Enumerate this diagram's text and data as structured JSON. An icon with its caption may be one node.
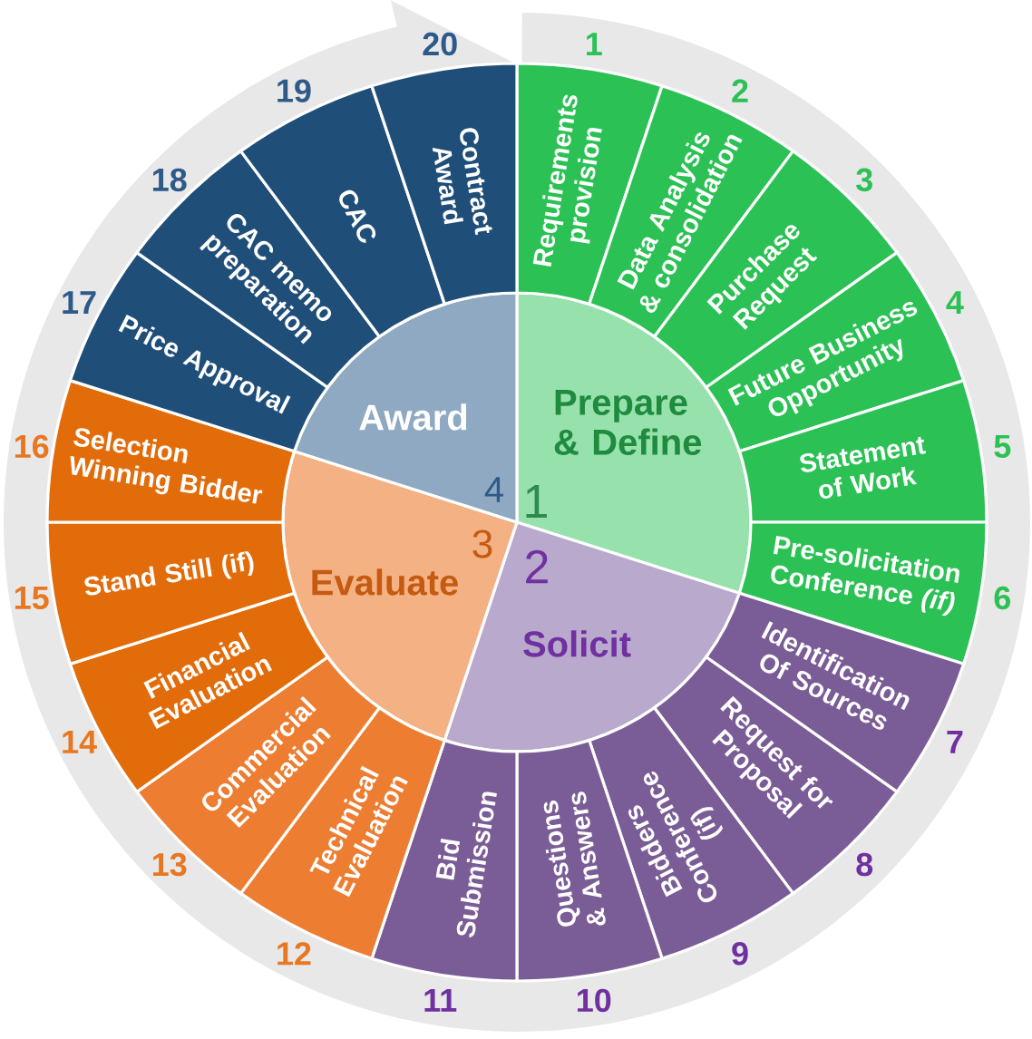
{
  "diagram": {
    "nodes": [
      {
        "text": [
          "Prepare & Define",
          "1"
        ]
      },
      {
        "text": [
          "2",
          "Solicit"
        ]
      },
      {
        "text": [
          "3",
          "Evaluate"
        ]
      },
      {
        "text": [
          "Award",
          "4"
        ]
      },
      {
        "text": [
          "Requirements provision"
        ],
        "beside": [
          "1"
        ]
      },
      {
        "text": [
          "Data Analysis & consolidation"
        ],
        "beside": [
          "2"
        ]
      },
      {
        "text": [
          "Purchase Request"
        ],
        "beside": [
          "3"
        ]
      },
      {
        "text": [
          "Future Business Opportunity"
        ],
        "beside": [
          "4"
        ]
      },
      {
        "text": [
          "Statement of Work"
        ],
        "beside": [
          "5"
        ]
      },
      {
        "text": [
          "Pre-solicitation Conference *(if)*"
        ],
        "beside": [
          "6"
        ]
      },
      {
        "text": [
          "Identification Of Sources"
        ],
        "beside": [
          "7"
        ]
      },
      {
        "text": [
          "Request for Proposal"
        ],
        "beside": [
          "8"
        ]
      },
      {
        "text": [
          "Bidders Conference (if)"
        ],
        "beside": [
          "9"
        ]
      },
      {
        "text": [
          "Questions & Answers"
        ],
        "beside": [
          "10"
        ]
      },
      {
        "text": [
          "Bid Submission"
        ],
        "beside": [
          "11"
        ]
      },
      {
        "text": [
          "Technical Evaluation"
        ],
        "beside": [
          "12"
        ]
      },
      {
        "text": [
          "Commercial Evaluation"
        ],
        "beside": [
          "13"
        ]
      },
      {
        "text": [
          "Financial Evaluation"
        ],
        "beside": [
          "14"
        ]
      },
      {
        "text": [
          "Stand Still (if)"
        ],
        "beside": [
          "15"
        ]
      },
      {
        "text": [
          "Selection Winning Bidder"
        ],
        "beside": [
          "16"
        ]
      },
      {
        "text": [
          "Price Approval"
        ],
        "beside": [
          "17"
        ]
      },
      {
        "text": [
          "CAC memo preparation"
        ],
        "beside": [
          "18"
        ]
      },
      {
        "text": [
          "CAC"
        ],
        "beside": [
          "19"
        ]
      },
      {
        "text": [
          "Contract Award"
        ],
        "beside": [
          "20"
        ]
      }
    ]
  }
}
